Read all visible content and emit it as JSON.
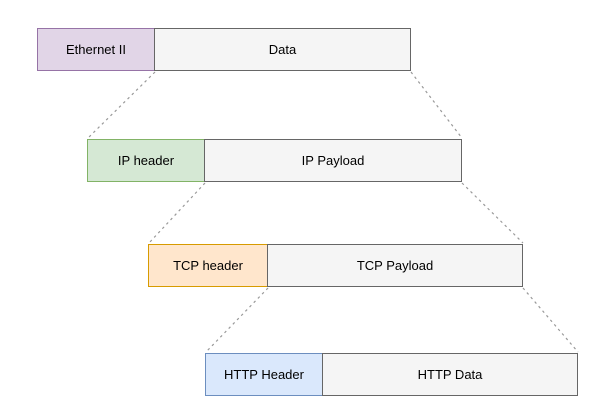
{
  "diagram": {
    "background": "#ffffff",
    "text_color": "#000000",
    "dashed_line_color": "#999999",
    "payload_fill": "#f5f5f5",
    "payload_stroke": "#666666",
    "rows": [
      {
        "name": "ethernet",
        "header_label": "Ethernet II",
        "payload_label": "Data",
        "header_fill": "#e1d5e7",
        "header_stroke": "#9673a6"
      },
      {
        "name": "ip",
        "header_label": "IP header",
        "payload_label": "IP Payload",
        "header_fill": "#d5e8d4",
        "header_stroke": "#82b366"
      },
      {
        "name": "tcp",
        "header_label": "TCP header",
        "payload_label": "TCP Payload",
        "header_fill": "#ffe6cc",
        "header_stroke": "#d79b00"
      },
      {
        "name": "http",
        "header_label": "HTTP Header",
        "payload_label": "HTTP Data",
        "header_fill": "#dae8fc",
        "header_stroke": "#6c8ebf"
      }
    ]
  }
}
